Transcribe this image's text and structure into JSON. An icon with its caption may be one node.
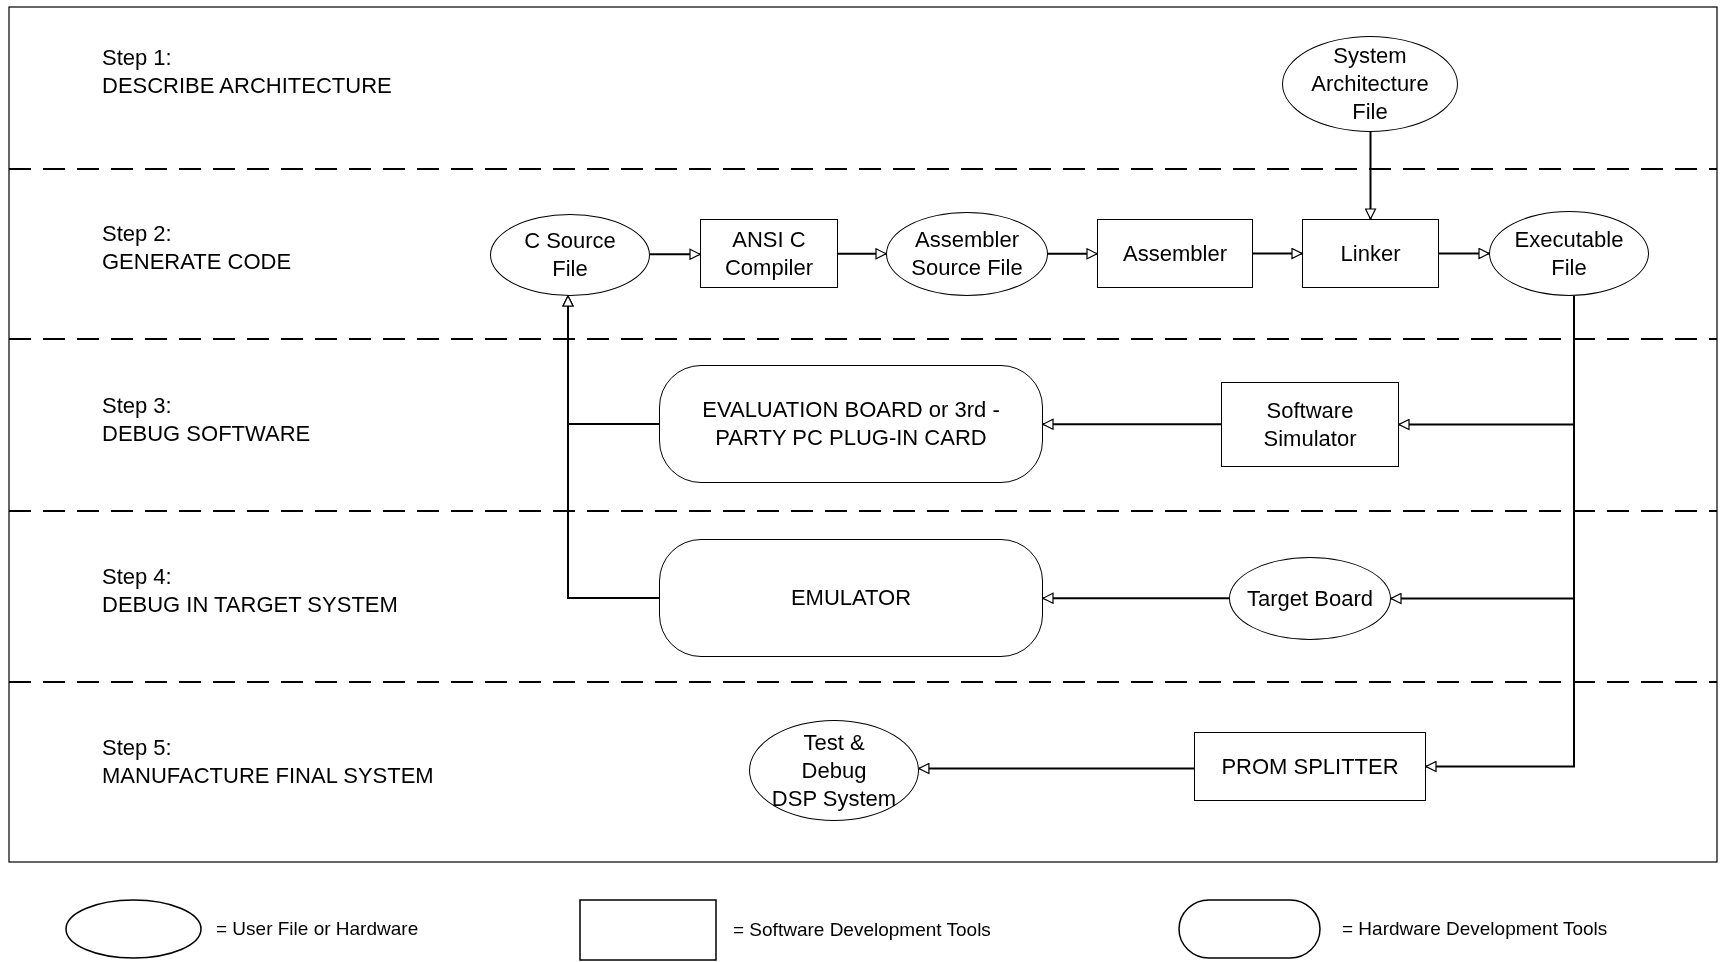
{
  "diagram": {
    "nodes": [
      {
        "text": [
          "System Architecture File"
        ]
      },
      {
        "text": [
          "C Source File"
        ]
      },
      {
        "text": [
          "ANSI C Compiler"
        ]
      },
      {
        "text": [
          "Assembler Source File"
        ]
      },
      {
        "text": [
          "Assembler"
        ]
      },
      {
        "text": [
          "Linker"
        ]
      },
      {
        "text": [
          "Executable File"
        ]
      },
      {
        "text": [
          "EVALUATION BOARD or 3rd -PARTY PC PLUG-IN CARD"
        ]
      },
      {
        "text": [
          "Software Simulator"
        ]
      },
      {
        "text": [
          "EMULATOR"
        ]
      },
      {
        "text": [
          "Target Board"
        ]
      },
      {
        "text": [
          "Test & Debug DSP System"
        ]
      },
      {
        "text": [
          "PROM SPLITTER"
        ]
      }
    ],
    "edges": [
      {
        "from": 0,
        "to": 5,
        "arrow": "to"
      },
      {
        "from": 1,
        "to": 2,
        "arrow": "to"
      },
      {
        "from": 2,
        "to": 3,
        "arrow": "to"
      },
      {
        "from": 3,
        "to": 4,
        "arrow": "to"
      },
      {
        "from": 4,
        "to": 5,
        "arrow": "to"
      },
      {
        "from": 5,
        "to": 6,
        "arrow": "to"
      },
      {
        "from": 6,
        "to": 8,
        "arrow": "to"
      },
      {
        "from": 6,
        "to": 10,
        "arrow": "to"
      },
      {
        "from": 6,
        "to": 12,
        "arrow": "to"
      },
      {
        "from": 8,
        "to": 7,
        "arrow": "to"
      },
      {
        "from": 10,
        "to": 9,
        "arrow": "to"
      },
      {
        "from": 12,
        "to": 11,
        "arrow": "to"
      },
      {
        "from": 7,
        "to": 1,
        "arrow": "to"
      },
      {
        "from": 9,
        "to": 1,
        "arrow": "to"
      }
    ],
    "labels": [
      "Step 1:",
      "DESCRIBE ARCHITECTURE",
      "Step 2:",
      "GENERATE CODE",
      "Step 3:",
      "DEBUG SOFTWARE",
      "Step 4:",
      "DEBUG IN TARGET SYSTEM",
      "Step 5:",
      "MANUFACTURE FINAL SYSTEM"
    ],
    "legend": [
      {
        "text": "= User File or Hardware"
      },
      {
        "text": "= Software Development Tools"
      },
      {
        "text": "= Hardware Development Tools"
      }
    ]
  }
}
